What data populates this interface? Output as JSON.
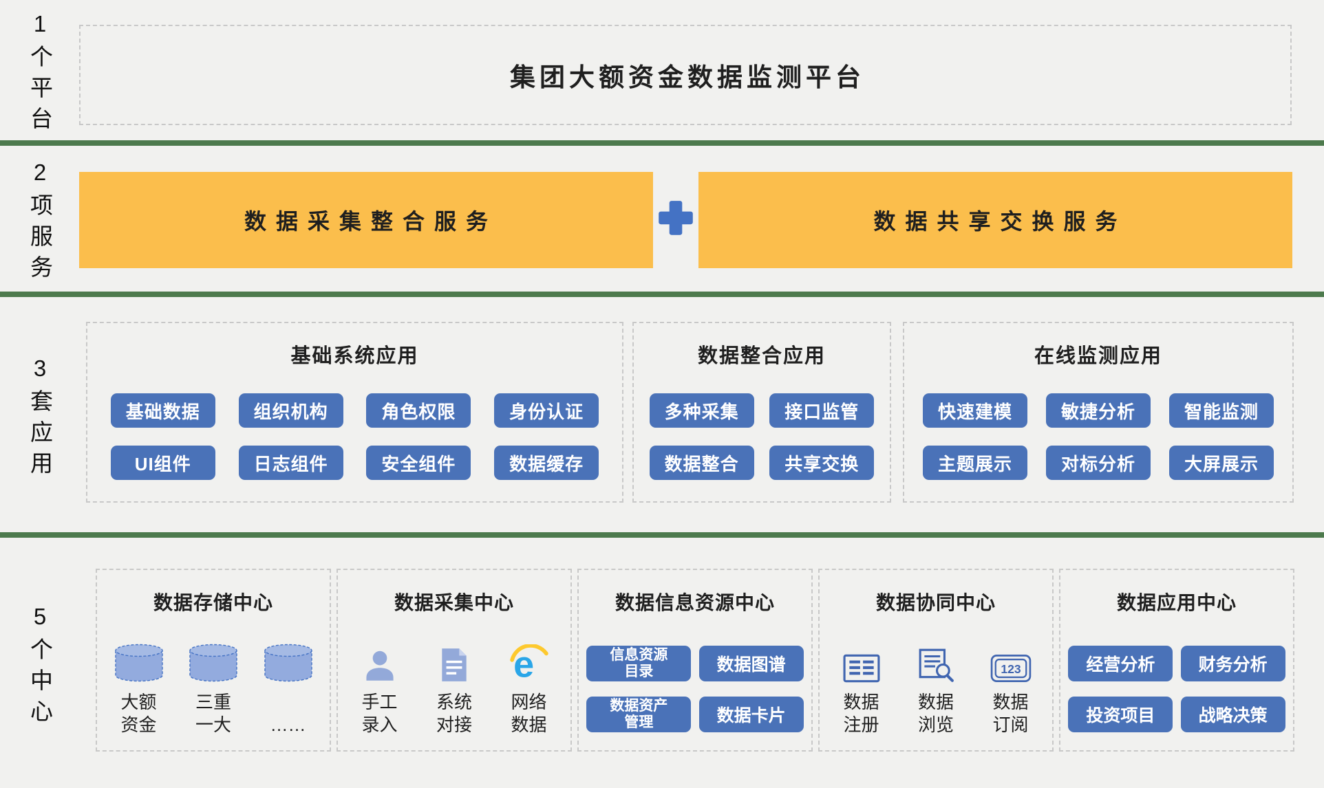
{
  "page": {
    "background": "#f1f1ef",
    "text_color": "#1f1f1f"
  },
  "colors": {
    "divider_green": "#4d7a4d",
    "service_orange": "#fbbe4c",
    "button_blue": "#4a72b8",
    "plus_blue": "#4472c4",
    "icon_light_blue": "#93a9d9",
    "icon_outline_blue": "#4065b0",
    "dashed_border_gray": "#c8c8c8"
  },
  "rail": {
    "items": [
      "1个平台",
      "2项服务",
      "3套应用",
      "5个中心"
    ]
  },
  "platform": {
    "title": "集团大额资金数据监测平台"
  },
  "services": {
    "items": [
      "数据采集整合服务",
      "数据共享交换服务"
    ],
    "plus_icon": "plus-icon"
  },
  "applications": [
    {
      "title": "基础系统应用",
      "buttons": [
        "基础数据",
        "组织机构",
        "角色权限",
        "身份认证",
        "UI组件",
        "日志组件",
        "安全组件",
        "数据缓存"
      ]
    },
    {
      "title": "数据整合应用",
      "buttons": [
        "多种采集",
        "接口监管",
        "数据整合",
        "共享交换"
      ]
    },
    {
      "title": "在线监测应用",
      "buttons": [
        "快速建模",
        "敏捷分析",
        "智能监测",
        "主题展示",
        "对标分析",
        "大屏展示"
      ]
    }
  ],
  "centers": [
    {
      "title": "数据存储中心",
      "items": [
        {
          "icon": "database-icon",
          "label": "大额\n资金"
        },
        {
          "icon": "database-icon",
          "label": "三重\n一大"
        },
        {
          "icon": "database-icon",
          "label": "\n……"
        }
      ]
    },
    {
      "title": "数据采集中心",
      "items": [
        {
          "icon": "person-icon",
          "label": "手工\n录入"
        },
        {
          "icon": "document-icon",
          "label": "系统\n对接"
        },
        {
          "icon": "ie-browser-icon",
          "label": "网络\n数据"
        }
      ]
    },
    {
      "title": "数据信息资源中心",
      "buttons": [
        "信息资源\n目录",
        "数据图谱",
        "数据资产\n管理",
        "数据卡片"
      ]
    },
    {
      "title": "数据协同中心",
      "items": [
        {
          "icon": "table-icon",
          "label": "数据\n注册"
        },
        {
          "icon": "doc-search-icon",
          "label": "数据\n浏览"
        },
        {
          "icon": "numbers-123-icon",
          "label": "数据\n订阅"
        }
      ]
    },
    {
      "title": "数据应用中心",
      "buttons": [
        "经营分析",
        "财务分析",
        "投资项目",
        "战略决策"
      ]
    }
  ]
}
